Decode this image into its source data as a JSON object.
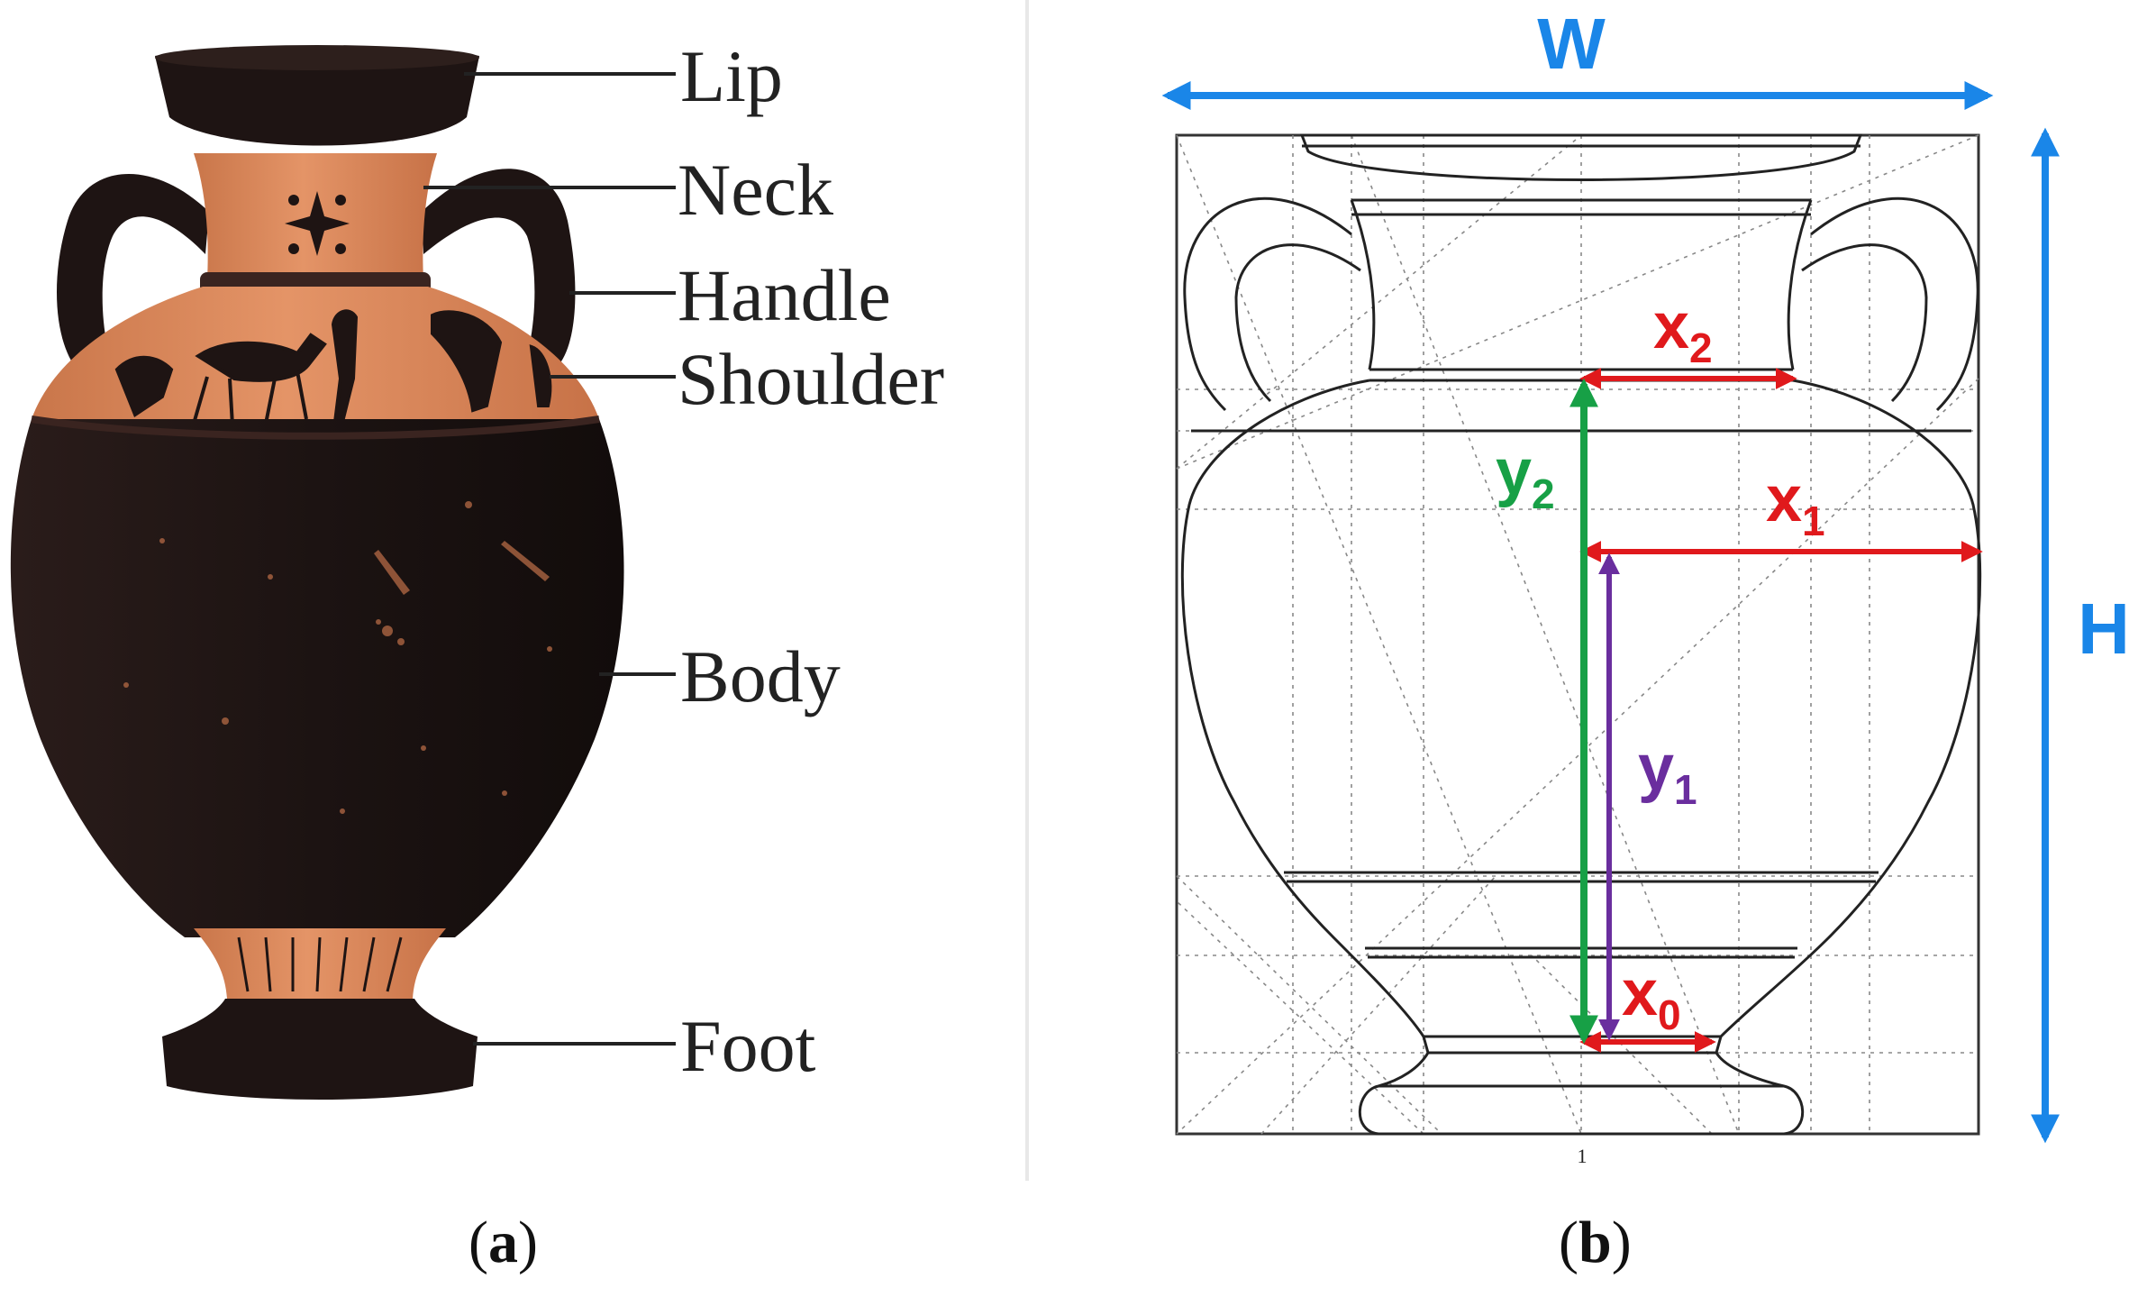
{
  "panel_a": {
    "caption_open": "(",
    "caption_letter": "a",
    "caption_close": ")",
    "labels": {
      "lip": "Lip",
      "neck": "Neck",
      "handle": "Handle",
      "shoulder": "Shoulder",
      "body": "Body",
      "foot": "Foot"
    }
  },
  "panel_b": {
    "caption_open": "(",
    "caption_letter": "b",
    "caption_close": ")",
    "dimensions": {
      "width": "W",
      "height": "H"
    },
    "measures": {
      "x0": {
        "base": "x",
        "sub": "0"
      },
      "x1": {
        "base": "x",
        "sub": "1"
      },
      "x2": {
        "base": "x",
        "sub": "2"
      },
      "y1": {
        "base": "y",
        "sub": "1"
      },
      "y2": {
        "base": "y",
        "sub": "2"
      }
    },
    "page_number": "1"
  },
  "colors": {
    "dimension_blue": "#1a86e8",
    "x_red": "#e0191c",
    "y2_green": "#17a046",
    "y1_purple": "#6a2e9e",
    "vase_black": "#1e1413",
    "vase_terracotta": "#d9875a"
  }
}
